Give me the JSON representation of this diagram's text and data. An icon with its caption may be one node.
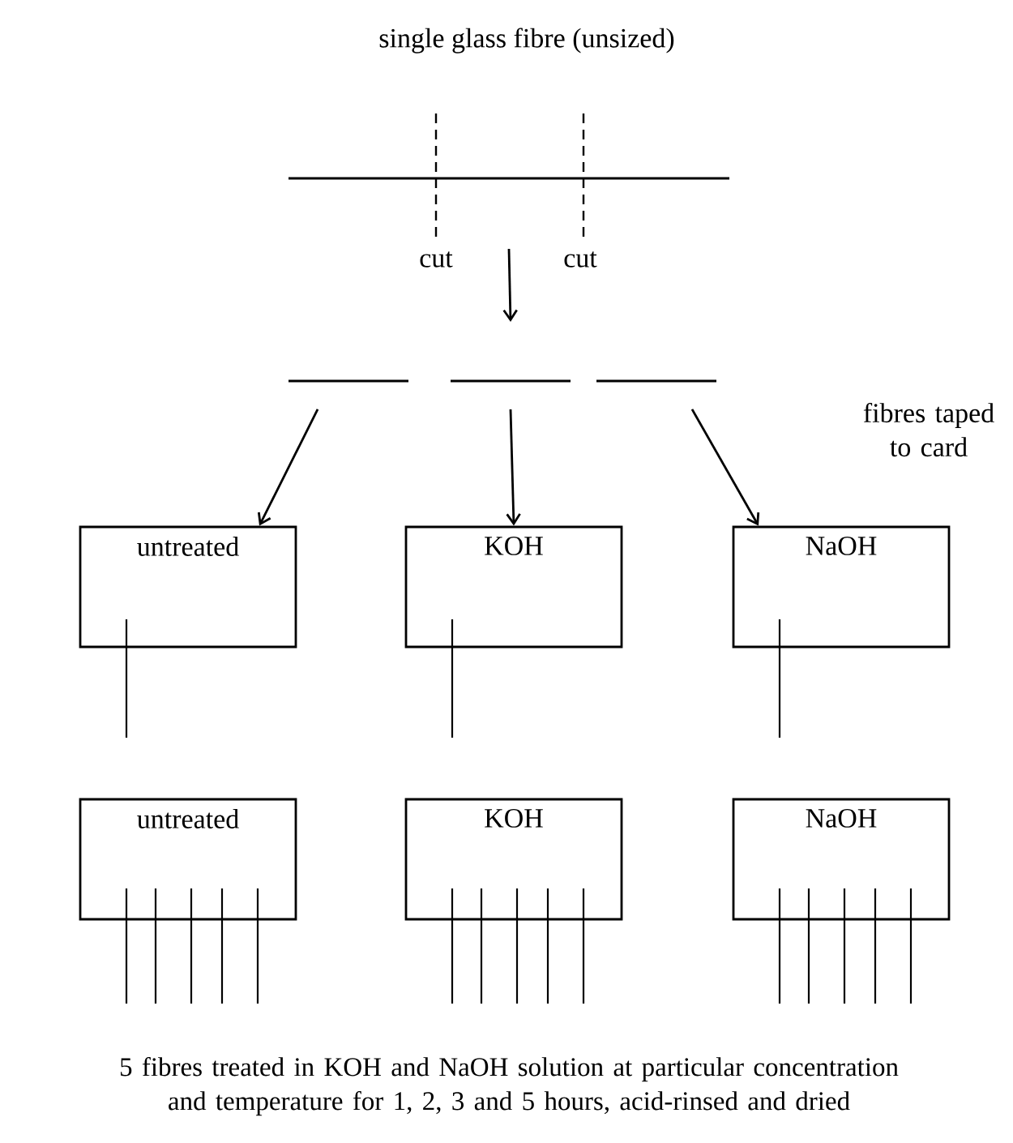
{
  "diagram": {
    "title": "single glass fibre (unsized)",
    "caption": "5 fibres treated in KOH and NaOH solution at particular concentration and temperature for 1, 2, 3 and 5 hours, acid-rinsed and dried",
    "nodes": [
      {
        "text": [],
        "shape": "bar"
      },
      {
        "text": [],
        "shape": "bar"
      },
      {
        "text": [],
        "shape": "bar"
      },
      {
        "text": [],
        "shape": "bar"
      },
      {
        "text": [
          "untreated"
        ]
      },
      {
        "text": [
          "KOH"
        ]
      },
      {
        "text": [
          "NaOH"
        ]
      },
      {
        "text": [
          "untreated"
        ]
      },
      {
        "text": [
          "KOH"
        ]
      },
      {
        "text": [
          "NaOH"
        ]
      }
    ],
    "edges": [
      {
        "from": 0,
        "to": 2,
        "arrow": "to"
      },
      {
        "from": 1,
        "to": 4,
        "arrow": "to"
      },
      {
        "from": 2,
        "to": 5,
        "arrow": "to"
      },
      {
        "from": 3,
        "to": 6,
        "arrow": "to"
      }
    ],
    "labels": [
      "cut",
      "cut",
      "fibres taped to card"
    ]
  }
}
